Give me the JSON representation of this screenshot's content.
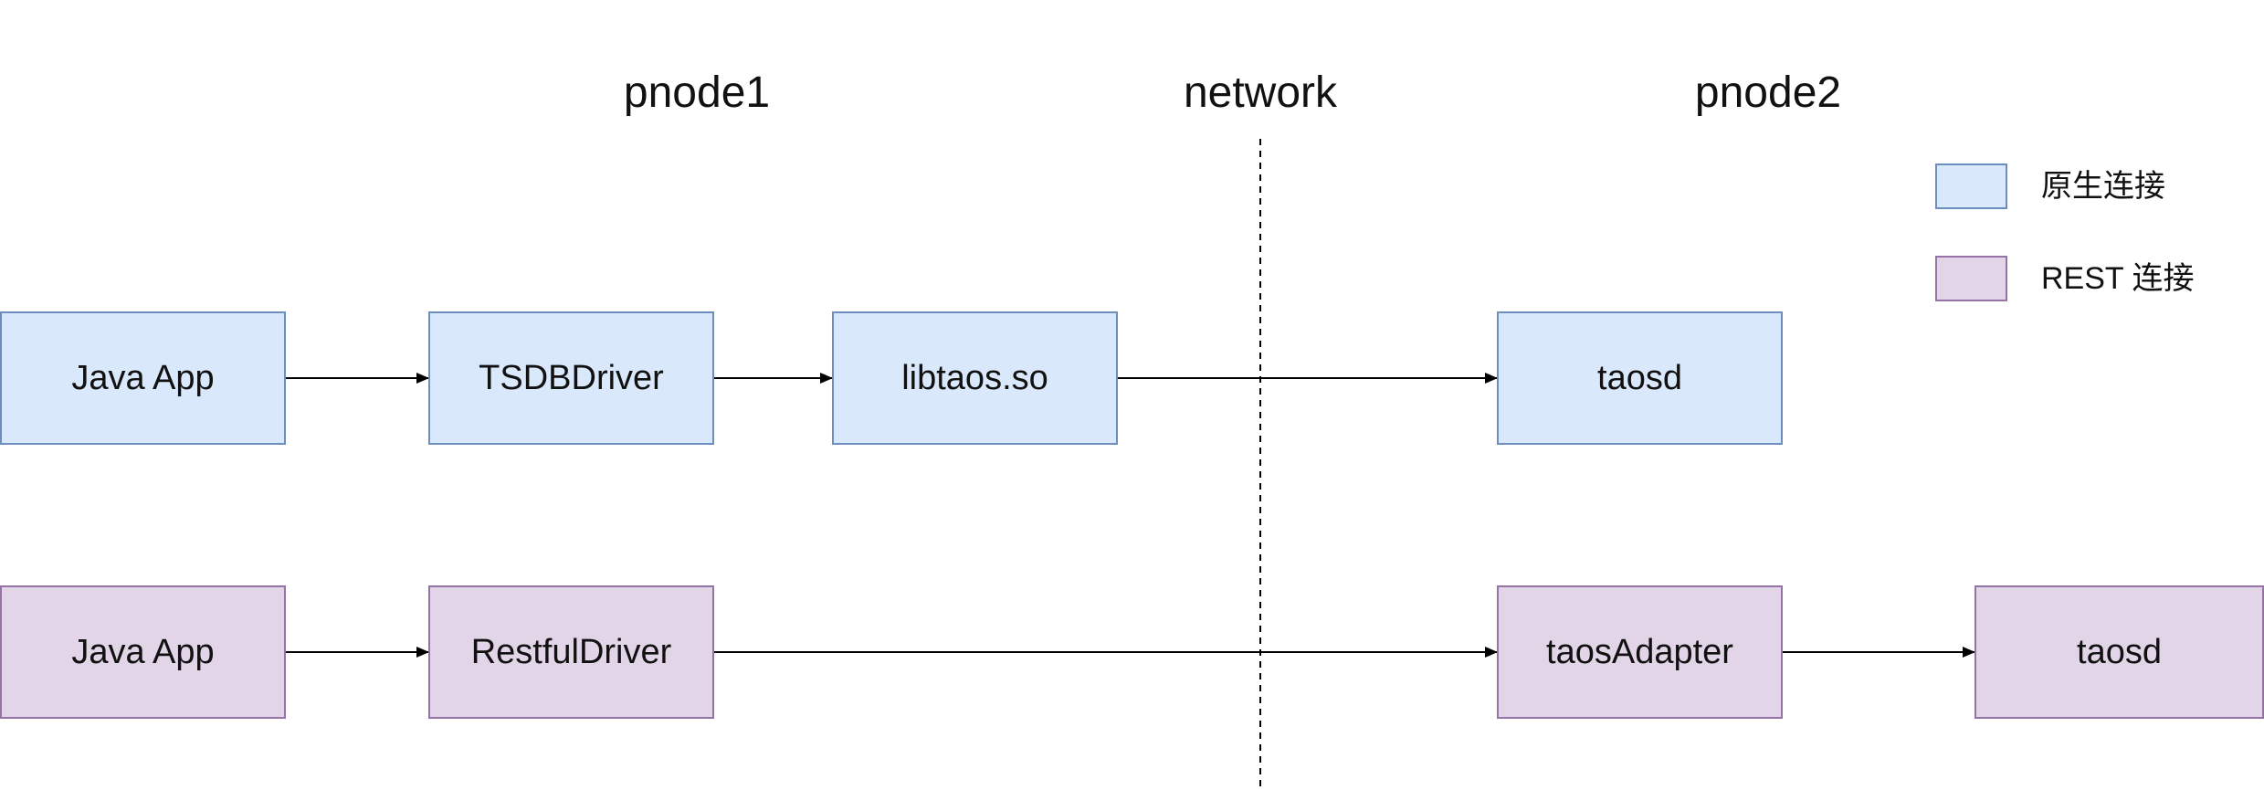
{
  "headings": {
    "pnode1": "pnode1",
    "network": "network",
    "pnode2": "pnode2"
  },
  "native_row": {
    "java_app": "Java App",
    "driver": "TSDBDriver",
    "lib": "libtaos.so",
    "server": "taosd"
  },
  "rest_row": {
    "java_app": "Java App",
    "driver": "RestfulDriver",
    "adapter": "taosAdapter",
    "server": "taosd"
  },
  "legend": {
    "native_label": "原生连接",
    "rest_label": "REST 连接"
  },
  "colors": {
    "native_fill": "#dae8fc",
    "native_stroke": "#6c8ebf",
    "rest_fill": "#e1d5e7",
    "rest_stroke": "#9673a6",
    "line": "#000000"
  }
}
